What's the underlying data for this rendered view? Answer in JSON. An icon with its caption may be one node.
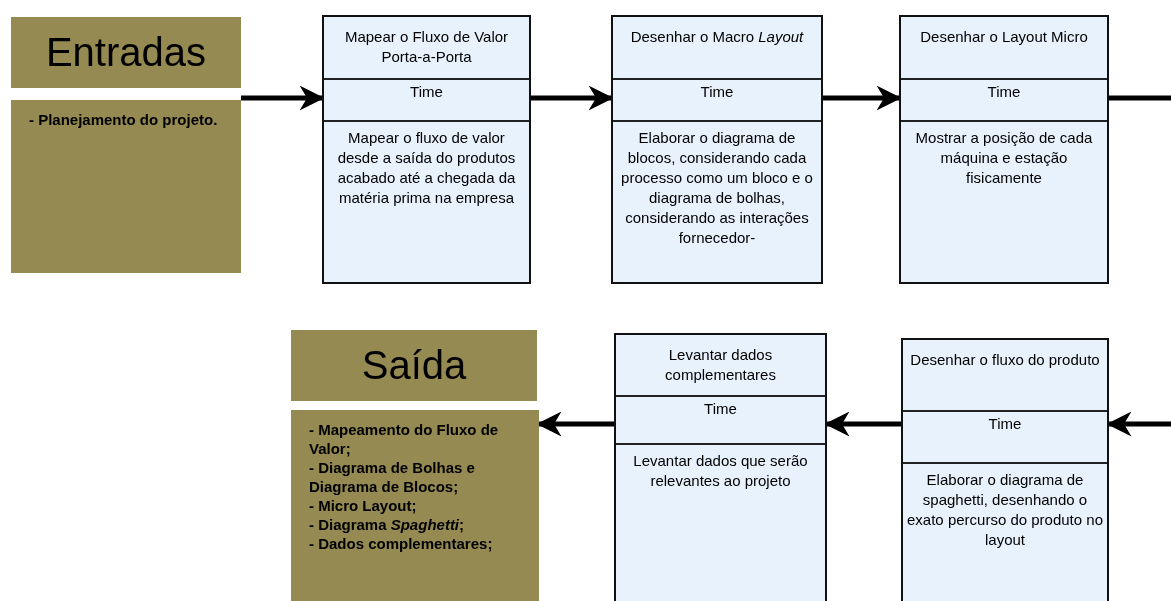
{
  "diagram": {
    "nodes": [
      {
        "text": [
          "Entradas"
        ]
      },
      {
        "text": [
          "- Planejamento do projeto."
        ]
      },
      {
        "text": [
          "Mapear o Fluxo de Valor Porta-a-Porta",
          "Time",
          "Mapear o fluxo de valor desde a saída do produtos acabado até a chegada da matéria prima na empresa"
        ]
      },
      {
        "text": [
          "Desenhar o Macro *Layout*",
          "Time",
          "Elaborar o diagrama de blocos, considerando cada processo como um bloco e o diagrama de bolhas, considerando as interações fornecedor-"
        ]
      },
      {
        "text": [
          "Desenhar o Layout Micro",
          "Time",
          "Mostrar a posição de cada máquina e estação fisicamente"
        ]
      },
      {
        "text": [
          "Saída"
        ]
      },
      {
        "text": [
          "- Mapeamento do Fluxo de Valor;",
          "- Diagrama de Bolhas e Diagrama de Blocos;",
          "- Micro Layout;",
          "- Diagrama *Spaghetti*;",
          "- Dados complementares;"
        ]
      },
      {
        "text": [
          "Levantar dados complementares",
          "Time",
          "Levantar dados que serão relevantes ao projeto"
        ]
      },
      {
        "text": [
          "Desenhar o fluxo do produto",
          "Time",
          "Elaborar o diagrama de spaghetti, desenhando o exato percurso do produto no layout"
        ]
      }
    ],
    "edges": [
      {
        "from": 1,
        "to": 2,
        "arrow": "to"
      },
      {
        "from": 2,
        "to": 3,
        "arrow": "to"
      },
      {
        "from": 3,
        "to": 4,
        "arrow": "to"
      },
      {
        "from": 4,
        "to": null,
        "arrow": "none"
      },
      {
        "from": null,
        "to": 8,
        "arrow": "to"
      },
      {
        "from": 8,
        "to": 7,
        "arrow": "to"
      },
      {
        "from": 7,
        "to": 6,
        "arrow": "to"
      }
    ]
  }
}
